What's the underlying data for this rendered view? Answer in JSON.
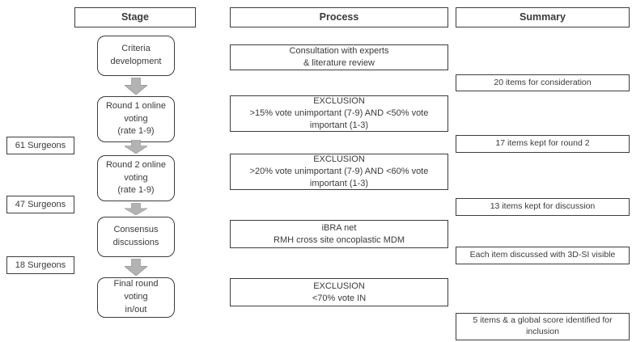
{
  "colors": {
    "background": "#ffffff",
    "border": "#3d3d3d",
    "text": "#3a3a3a",
    "arrow": "#b3b3b3"
  },
  "columns": {
    "stage": "Stage",
    "process": "Process",
    "summary": "Summary"
  },
  "stages": [
    {
      "text": "Criteria\ndevelopment"
    },
    {
      "text": "Round 1 online\nvoting\n(rate 1-9)"
    },
    {
      "text": "Round 2 online\nvoting\n(rate 1-9)"
    },
    {
      "text": "Consensus\ndiscussions"
    },
    {
      "text": "Final round voting\nin/out"
    }
  ],
  "processes": [
    {
      "text": "Consultation with experts\n& literature review"
    },
    {
      "text": "EXCLUSION\n>15% vote unimportant (7-9) AND <50% vote important (1-3)"
    },
    {
      "text": "EXCLUSION\n>20% vote unimportant (7-9) AND <60% vote important (1-3)"
    },
    {
      "text": "iBRA net\nRMH cross site oncoplastic MDM"
    },
    {
      "text": "EXCLUSION\n<70% vote IN"
    }
  ],
  "summaries": [
    {
      "text": "20 items for consideration"
    },
    {
      "text": "17 items kept for round 2"
    },
    {
      "text": "13 items kept for discussion"
    },
    {
      "text": "Each item discussed with 3D-SI visible"
    },
    {
      "text": "5 items & a global score identified for inclusion"
    }
  ],
  "participants": [
    {
      "text": "61 Surgeons"
    },
    {
      "text": "47 Surgeons"
    },
    {
      "text": "18 Surgeons"
    }
  ]
}
